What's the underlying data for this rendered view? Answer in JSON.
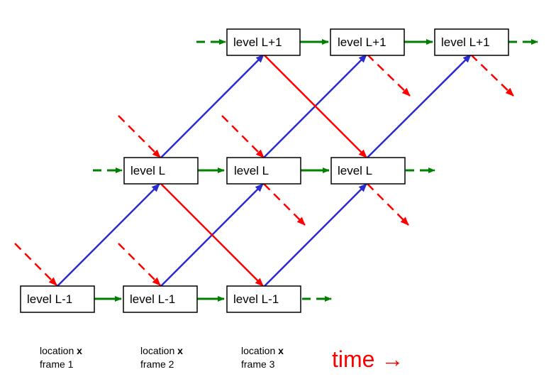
{
  "colors": {
    "forward": "#008000",
    "upward": "#2b2bd0",
    "downward": "#ff0000",
    "time_label": "#ff0000"
  },
  "nodes": {
    "top_1": "level L+1",
    "top_2": "level L+1",
    "top_3": "level L+1",
    "mid_1": "level L",
    "mid_2": "level L",
    "mid_3": "level L",
    "bot_1": "level L-1",
    "bot_2": "level L-1",
    "bot_3": "level L-1"
  },
  "captions": [
    {
      "location": "location",
      "var": "x",
      "frame": "frame 1"
    },
    {
      "location": "location",
      "var": "x",
      "frame": "frame 2"
    },
    {
      "location": "location",
      "var": "x",
      "frame": "frame 3"
    }
  ],
  "time_label": "time →"
}
